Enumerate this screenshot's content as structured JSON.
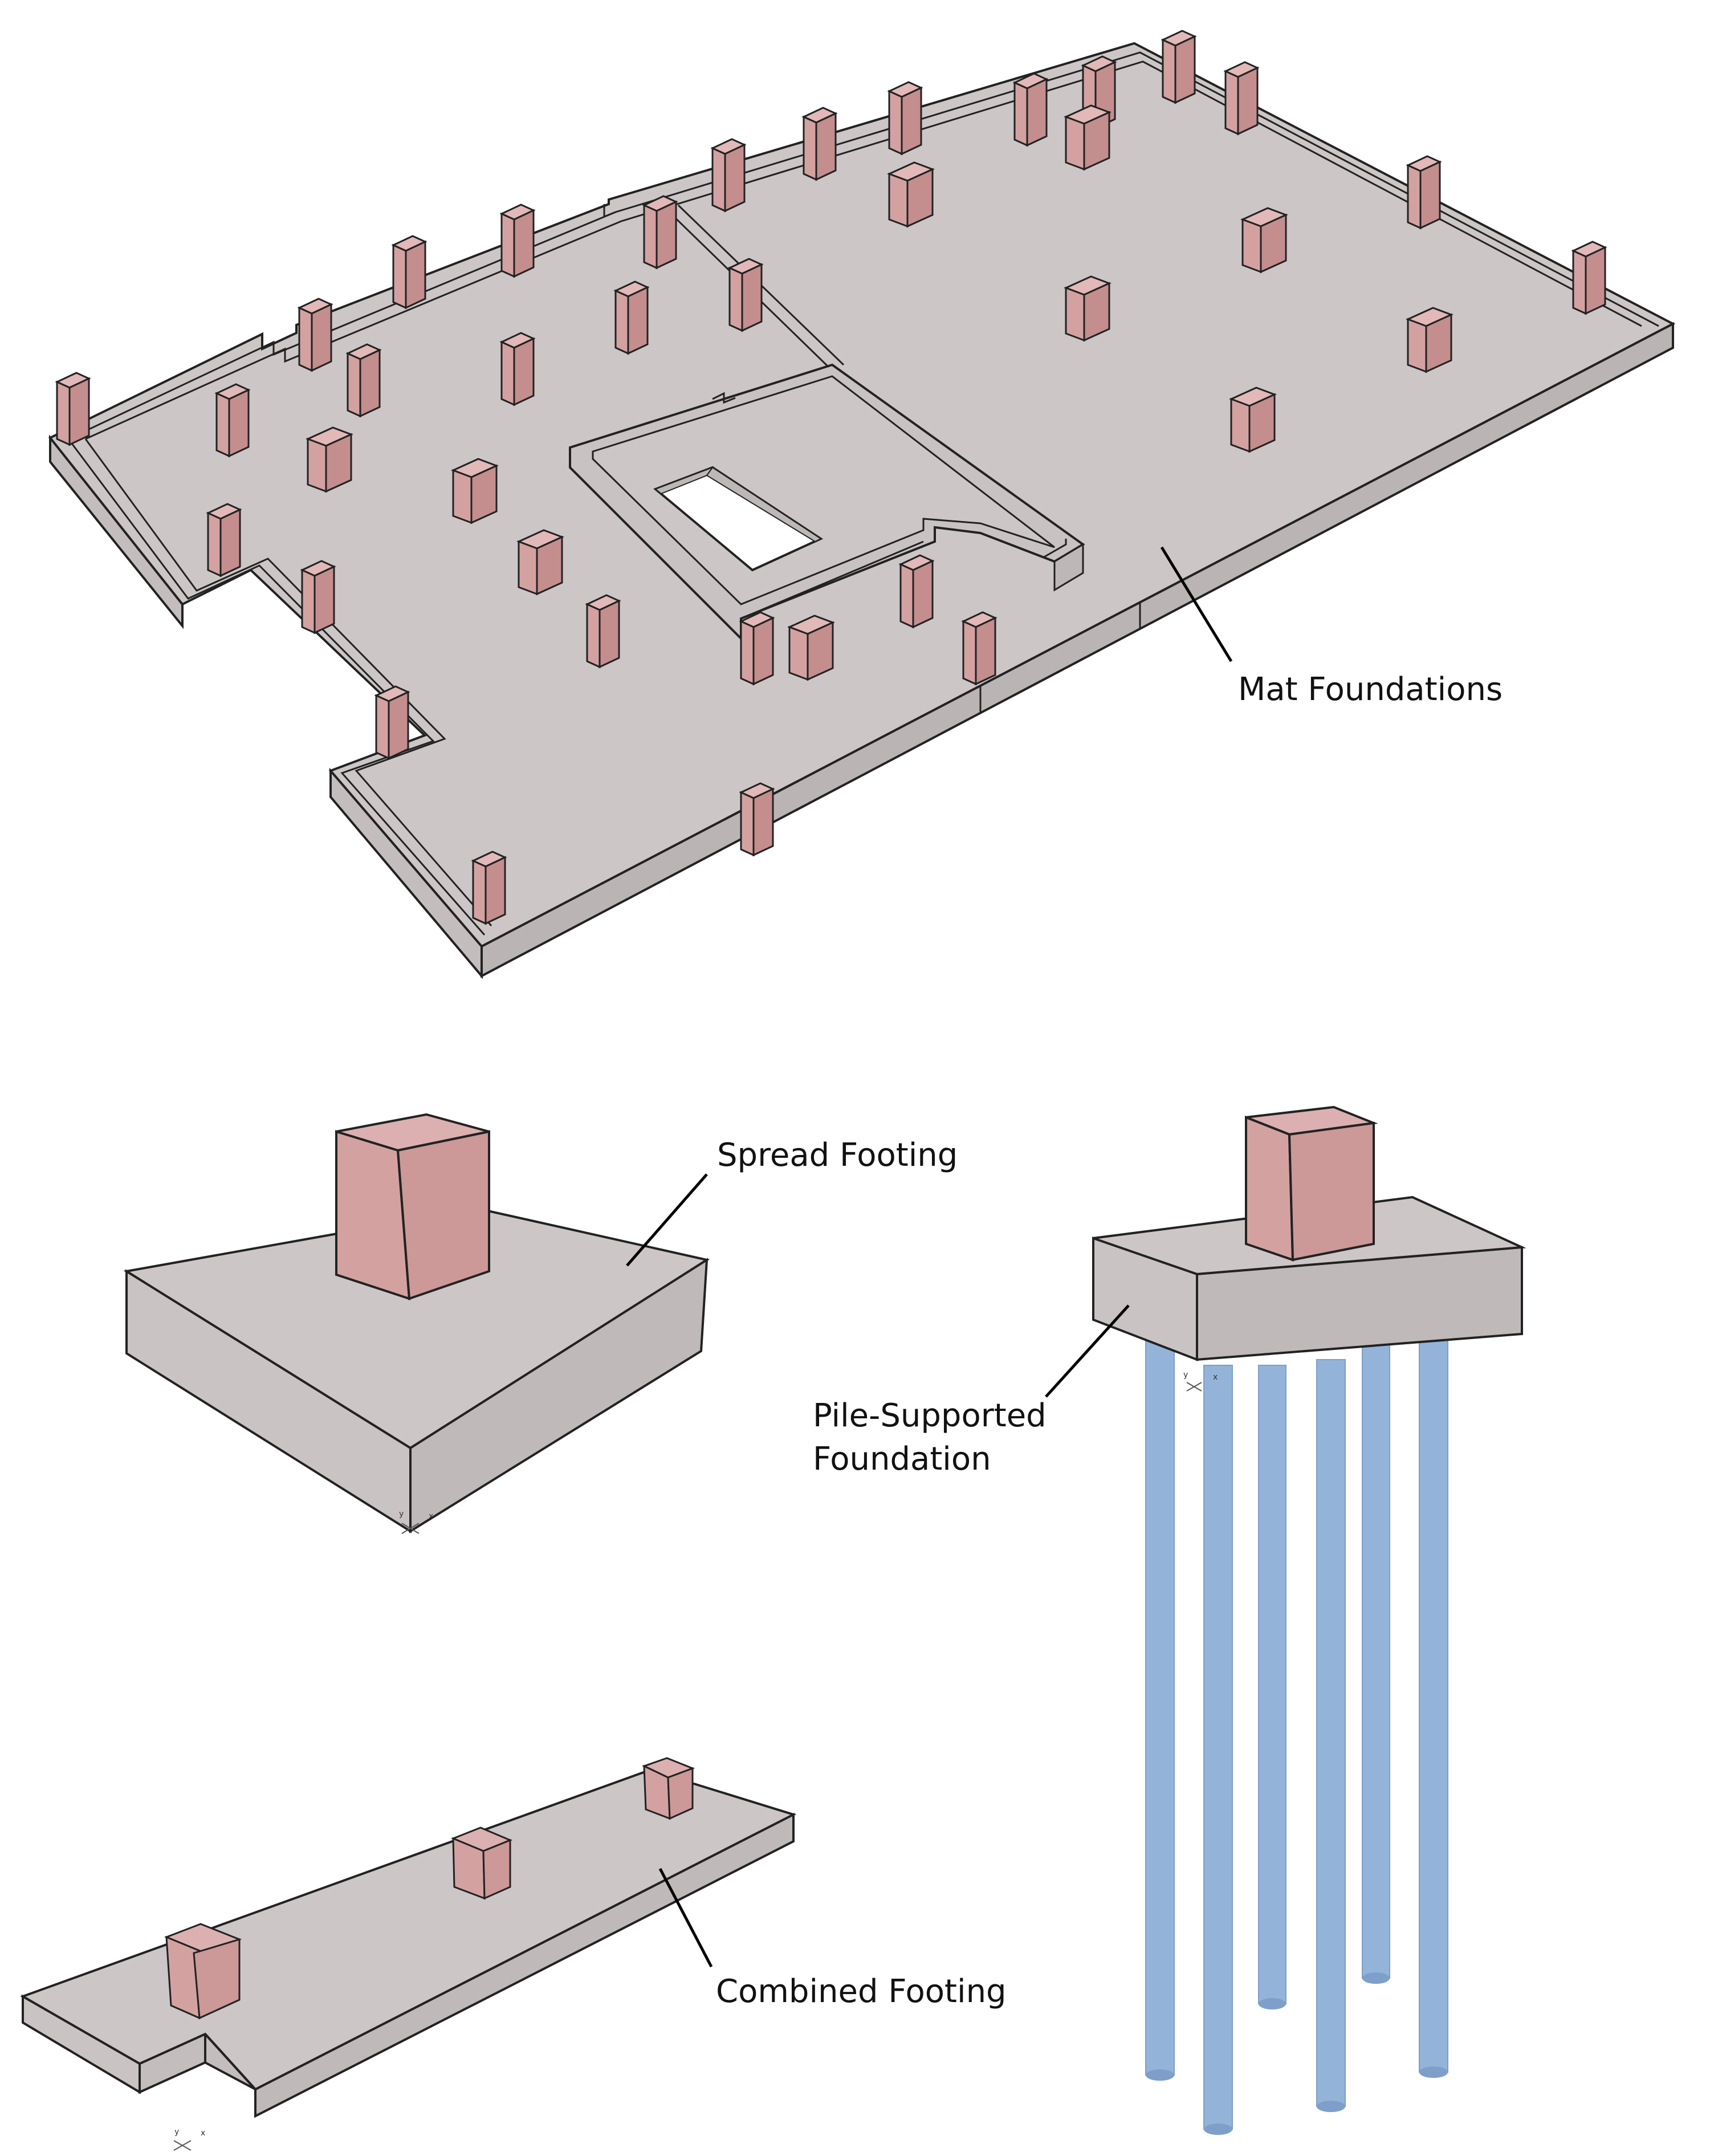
{
  "labels": {
    "mat": "Mat Foundations",
    "spread": "Spread Footing",
    "pile_line1": "Pile-Supported",
    "pile_line2": "Foundation",
    "combined": "Combined Footing"
  },
  "axes": {
    "y": "y",
    "x": "x"
  },
  "colors": {
    "slab_top": "#ccc7c6",
    "slab_side": "#c3bebd",
    "column": "#d4a1a1",
    "column_side": "#c48e8e",
    "pile": "#94b3d9",
    "pile_dark": "#7d9fc9",
    "edge": "#222222"
  }
}
